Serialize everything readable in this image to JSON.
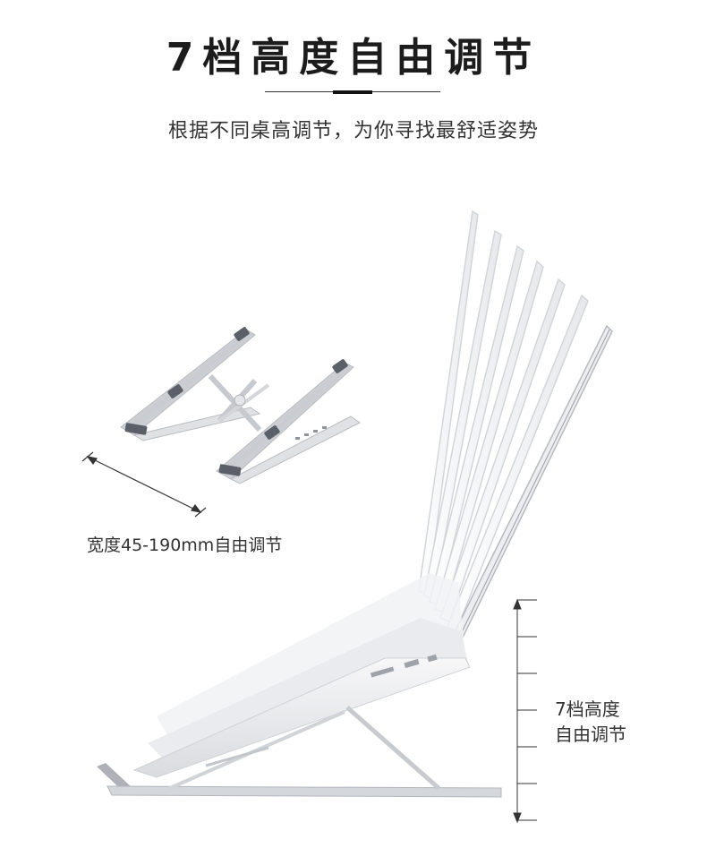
{
  "header": {
    "title": "7档高度自由调节",
    "subtitle": "根据不同桌高调节，为你寻找最舒适姿势"
  },
  "annotations": {
    "width_label": "宽度45-190mm自由调节",
    "height_label_line1": "7档高度",
    "height_label_line2": "自由调节"
  },
  "colors": {
    "text": "#222222",
    "aluminum": "#d6d8dc",
    "pad": "#5a5f68"
  }
}
